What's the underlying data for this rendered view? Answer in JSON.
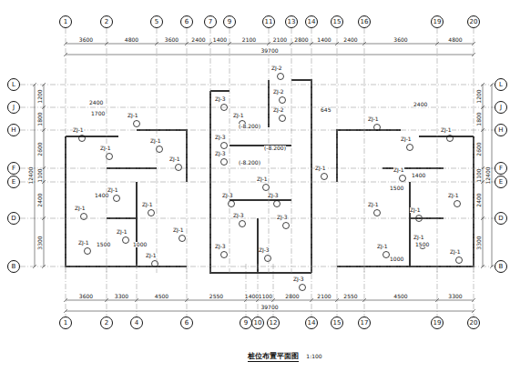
{
  "diagram": {
    "title": "桩位布置平面图",
    "nodes": [
      {
        "text": [
          "1"
        ]
      },
      {
        "text": [
          "2"
        ]
      },
      {
        "text": [
          "5"
        ]
      },
      {
        "text": [
          "6"
        ]
      },
      {
        "text": [
          "7"
        ]
      },
      {
        "text": [
          "9"
        ]
      },
      {
        "text": [
          "11"
        ]
      },
      {
        "text": [
          "13"
        ]
      },
      {
        "text": [
          "14"
        ]
      },
      {
        "text": [
          "15"
        ]
      },
      {
        "text": [
          "16"
        ]
      },
      {
        "text": [
          "19"
        ]
      },
      {
        "text": [
          "20"
        ]
      },
      {
        "text": [
          "L"
        ]
      },
      {
        "text": [
          "J"
        ]
      },
      {
        "text": [
          "H"
        ]
      },
      {
        "text": [
          "F"
        ]
      },
      {
        "text": [
          "E"
        ]
      },
      {
        "text": [
          "D"
        ]
      },
      {
        "text": [
          "B"
        ]
      },
      {
        "text": [
          "L"
        ]
      },
      {
        "text": [
          "J"
        ]
      },
      {
        "text": [
          "H"
        ]
      },
      {
        "text": [
          "F"
        ]
      },
      {
        "text": [
          "E"
        ]
      },
      {
        "text": [
          "D"
        ]
      },
      {
        "text": [
          "B"
        ]
      },
      {
        "text": [
          "1"
        ]
      },
      {
        "text": [
          "2"
        ]
      },
      {
        "text": [
          "4"
        ]
      },
      {
        "text": [
          "6"
        ]
      },
      {
        "text": [
          "9"
        ]
      },
      {
        "text": [
          "10"
        ]
      },
      {
        "text": [
          "12"
        ]
      },
      {
        "text": [
          "14"
        ]
      },
      {
        "text": [
          "15"
        ]
      },
      {
        "text": [
          "17"
        ]
      },
      {
        "text": [
          "19"
        ]
      },
      {
        "text": [
          "20"
        ]
      }
    ],
    "labels": [
      "1:100",
      "3600",
      "4800",
      "3600",
      "2400",
      "1400",
      "2100",
      "2100",
      "2800",
      "1400",
      "2400",
      "3600",
      "4800",
      "39700",
      "3600",
      "3300",
      "4500",
      "2550",
      "1400",
      "1100",
      "2800",
      "2100",
      "2550",
      "4500",
      "3300",
      "39700",
      "1200",
      "1800",
      "2600",
      "1100",
      "2400",
      "3300",
      "12400",
      "1200",
      "1800",
      "2600",
      "1100",
      "2400",
      "3300",
      "12400",
      "ZJ-1",
      "ZJ-1",
      "ZJ-1",
      "ZJ-1",
      "ZJ-1",
      "ZJ-1",
      "ZJ-1",
      "ZJ-1",
      "ZJ-1",
      "ZJ-1",
      "ZJ-1",
      "ZJ-1",
      "ZJ-3",
      "ZJ-1",
      "ZJ-2",
      "ZJ-2",
      "ZJ-2",
      "ZJ-3",
      "ZJ-3",
      "ZJ-1",
      "ZJ-3",
      "ZJ-3",
      "ZJ-3",
      "ZJ-3",
      "ZJ-3",
      "ZJ-3",
      "ZJ-3",
      "ZJ-1",
      "ZJ-1",
      "ZJ-1",
      "ZJ-1",
      "ZJ-1",
      "ZJ-1",
      "ZJ-1",
      "ZJ-1",
      "ZJ-1",
      "ZJ-1",
      "ZJ-1",
      "(-8.200)",
      "(-8.200)",
      "(-8.200)",
      "2400",
      "1700",
      "1400",
      "1500",
      "1000",
      "1500",
      "1400",
      "1500",
      "1000",
      "2400",
      "645"
    ]
  }
}
